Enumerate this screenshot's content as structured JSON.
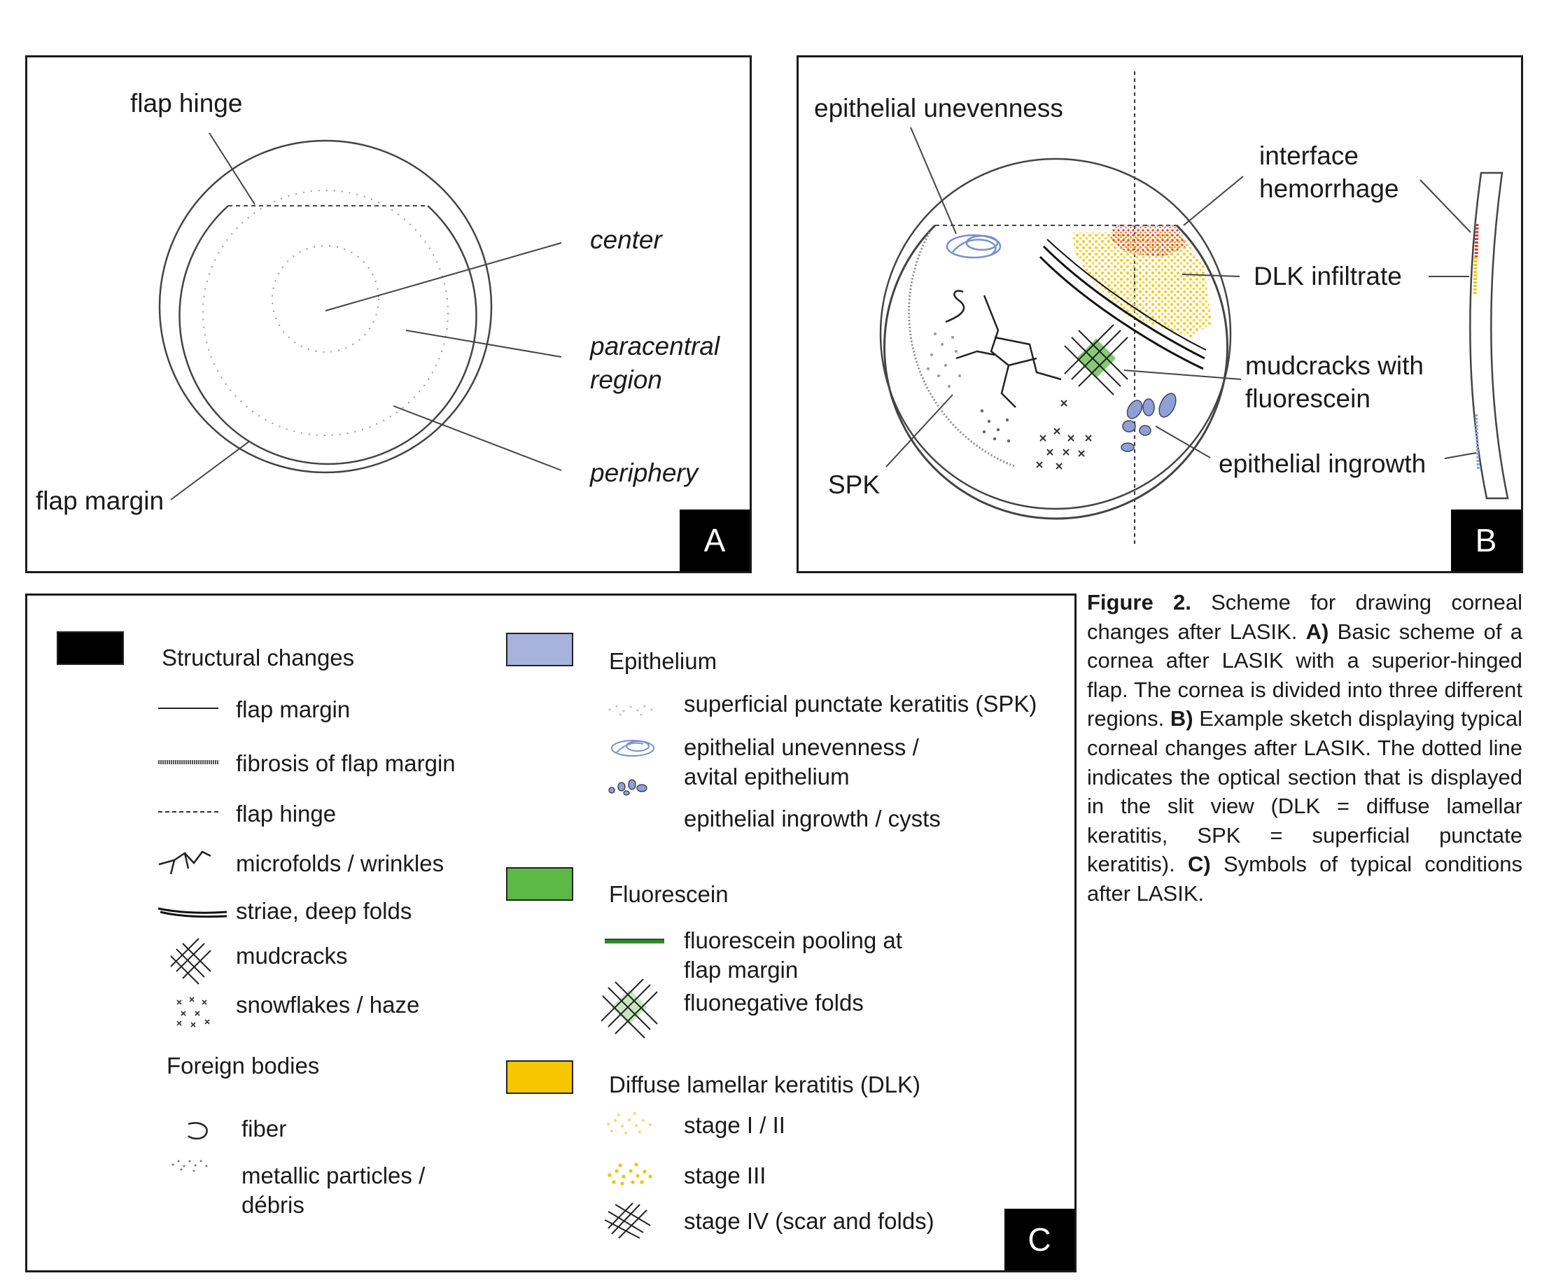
{
  "panel_a": {
    "labels": {
      "flap_hinge": "flap hinge",
      "center": "center",
      "paracentral_1": "paracentral",
      "paracentral_2": "region",
      "periphery": "periphery",
      "flap_margin": "flap margin"
    },
    "badge": "A"
  },
  "panel_b": {
    "labels": {
      "epithelial_unevenness": "epithelial unevenness",
      "interface_1": "interface",
      "interface_2": "hemorrhage",
      "dlk": "DLK infiltrate",
      "mudcracks_1": "mudcracks with",
      "mudcracks_2": "fluorescein",
      "ingrowth": "epithelial ingrowth",
      "spk": "SPK"
    },
    "badge": "B"
  },
  "panel_c": {
    "badge": "C",
    "col1": {
      "structural_heading": "Structural changes",
      "items": {
        "flap_margin": "flap margin",
        "fibrosis": "fibrosis of flap margin",
        "flap_hinge": "flap hinge",
        "microfolds": "microfolds / wrinkles",
        "striae": "striae, deep folds",
        "mudcracks": "mudcracks",
        "snowflakes": "snowflakes / haze"
      },
      "foreign_heading": "Foreign bodies",
      "fiber": "fiber",
      "metallic_1": "metallic particles /",
      "metallic_2": "débris"
    },
    "col2": {
      "epithelium_heading": "Epithelium",
      "spk": "superficial punctate keratitis (SPK)",
      "unevenness_1": "epithelial unevenness /",
      "unevenness_2": "avital epithelium",
      "ingrowth": "epithelial ingrowth / cysts",
      "fluorescein_heading": "Fluorescein",
      "pooling_1": "fluorescein pooling at",
      "pooling_2": "flap margin",
      "fluonegative": "fluonegative folds",
      "dlk_heading": "Diffuse lamellar keratitis (DLK)",
      "stage12": "stage I / II",
      "stage3": "stage III",
      "stage4": "stage IV (scar and folds)"
    },
    "colors": {
      "structural": "#000000",
      "epithelium": "#a7b3dc",
      "fluorescein": "#5cb946",
      "dlk": "#f7c600"
    }
  },
  "caption": {
    "figure": "Figure 2.",
    "intro": " Scheme for drawing corneal changes after LASIK. ",
    "a_label": "A)",
    "a_text": " Basic scheme of a cornea after LASIK with a superior-hinged flap. The cornea is divided into three different regions. ",
    "b_label": "B)",
    "b_text": " Example sketch displaying typical corneal changes after LASIK. The dotted line indicates the optical section that is displayed in the slit view (DLK = diffuse lamellar keratitis, SPK = superficial punctate keratitis). ",
    "c_label": "C)",
    "c_text": " Symbols of typical conditions after LASIK."
  }
}
